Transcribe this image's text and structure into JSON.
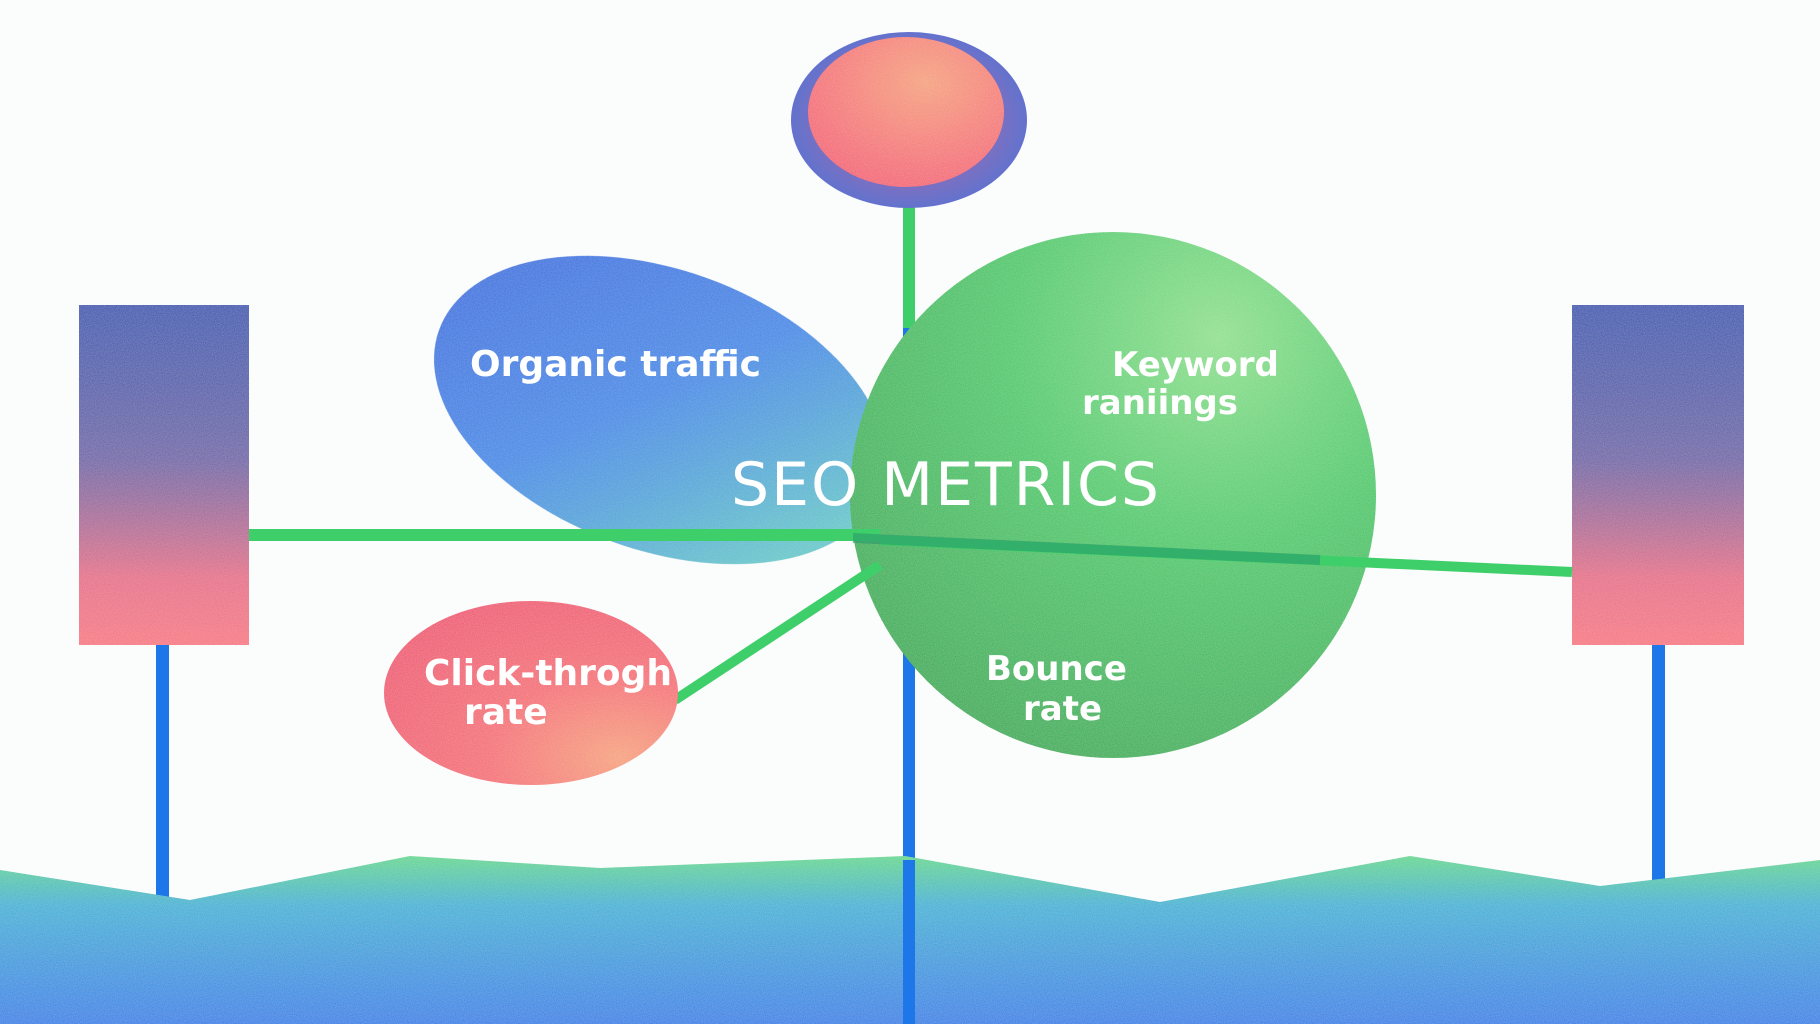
{
  "diagram": {
    "title": "SEO METRICS",
    "nodes": {
      "organic_traffic": {
        "label": "Organic  traffic"
      },
      "keyword_rankings": {
        "line1": "Keyword",
        "line2": "raniings"
      },
      "click_through_rate": {
        "line1": "Click-throgh",
        "line2": "rate"
      },
      "bounce_rate": {
        "line1": "Bounce",
        "line2": "rate"
      }
    },
    "colors": {
      "blue": "#1f6fe0",
      "green": "#27b54f",
      "coral": "#f2566e",
      "navy": "#2d4fb0",
      "connector_green": "#3fcf6a",
      "connector_blue": "#1d77e8"
    }
  }
}
